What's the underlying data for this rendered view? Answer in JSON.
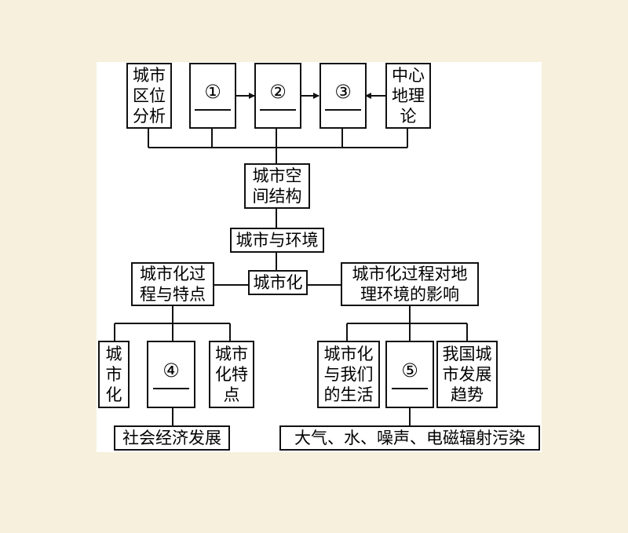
{
  "diagram": {
    "top_row": {
      "location_analysis": "城市\n区位\n分析",
      "blank1": "①",
      "blank2": "②",
      "blank3": "③",
      "central_place_theory": "中心\n地理\n论"
    },
    "spatial_structure": "城市空\n间结构",
    "city_environment": "城市与环境",
    "urbanization": "城市化",
    "process_features": "城市化过\n程与特点",
    "impact": "城市化过程对地\n理环境的影响",
    "left_branch": {
      "urbanization_v": "城\n市\n化",
      "blank4": "④",
      "features": "城市\n化特\n点"
    },
    "right_branch": {
      "life": "城市化\n与我们\n的生活",
      "blank5": "⑤",
      "trends": "我国城\n市发展\n趋势"
    },
    "socio_economic": "社会经济发展",
    "pollution": "大气、水、噪声、电磁辐射污染"
  }
}
